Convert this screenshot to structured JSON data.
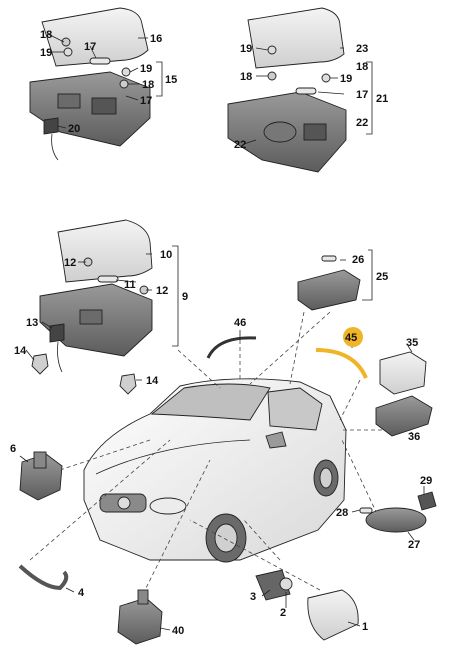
{
  "labels": {
    "l1": "1",
    "l2": "2",
    "l3": "3",
    "l4": "4",
    "l6": "6",
    "l9": "9",
    "l10": "10",
    "l11": "11",
    "l12": "12",
    "l12b": "12",
    "l13": "13",
    "l14a": "14",
    "l14b": "14",
    "l15": "15",
    "l16": "16",
    "l17a": "17",
    "l17b": "17",
    "l17c": "17",
    "l18a": "18",
    "l18b": "18",
    "l18c": "18",
    "l18d": "18",
    "l19a": "19",
    "l19b": "19",
    "l19c": "19",
    "l19d": "19",
    "l20": "20",
    "l21": "21",
    "l22a": "22",
    "l22b": "22",
    "l23": "23",
    "l25": "25",
    "l26": "26",
    "l27": "27",
    "l28": "28",
    "l29": "29",
    "l35": "35",
    "l36": "36",
    "l40": "40",
    "l45": "45",
    "l46": "46"
  },
  "highlight_color": "#f0b429"
}
